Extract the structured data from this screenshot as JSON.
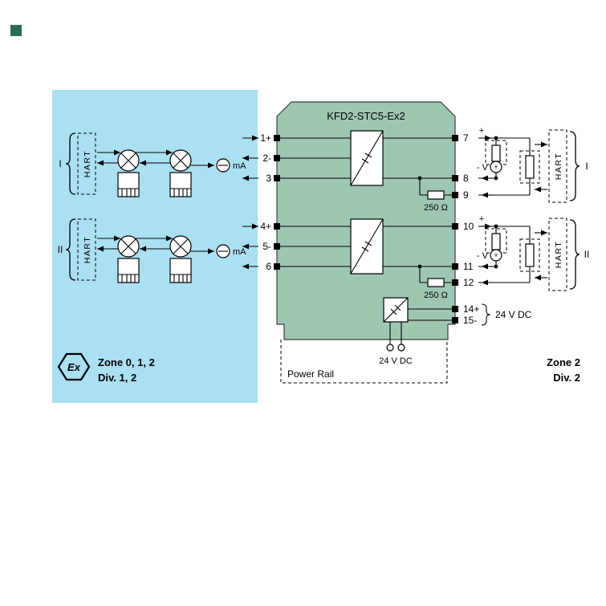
{
  "module": {
    "title": "KFD2-STC5-Ex2"
  },
  "terminals": {
    "left": [
      "1+",
      "2-",
      "3",
      "4+",
      "5-",
      "6"
    ],
    "right": [
      "7",
      "8",
      "9",
      "10",
      "11",
      "12",
      "14+",
      "15-"
    ]
  },
  "labels": {
    "r250_1": "250 Ω",
    "r250_2": "250 Ω",
    "v24_bottom": "24 V DC",
    "v24_side": "24 V DC",
    "power_rail": "Power Rail"
  },
  "hazardous": {
    "zone": "Zone 0, 1, 2",
    "division": "Div. 1, 2",
    "ex_mark": "Ex",
    "channel1": {
      "id": "I",
      "protocol": "HART",
      "meter": "mA"
    },
    "channel2": {
      "id": "II",
      "protocol": "HART",
      "meter": "mA"
    }
  },
  "safe": {
    "zone": "Zone 2",
    "division": "Div. 2",
    "channel1": {
      "id": "I",
      "protocol": "HART",
      "plus": "+",
      "source_label": "- V",
      "source_plus": "+"
    },
    "channel2": {
      "id": "II",
      "protocol": "HART",
      "plus": "+",
      "source_label": "- V",
      "source_plus": "+"
    }
  }
}
